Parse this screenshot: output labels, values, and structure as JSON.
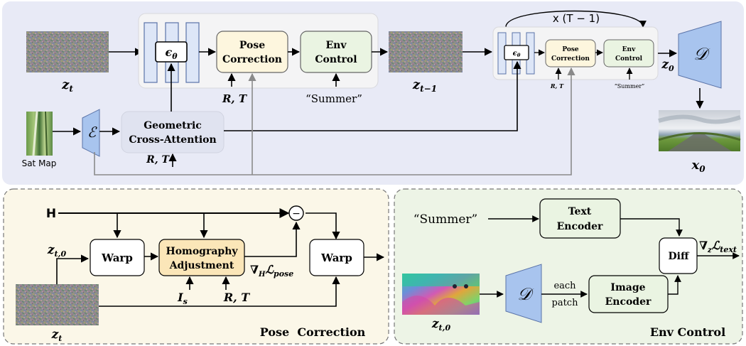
{
  "top": {
    "latent_zt": "z",
    "latent_zt_sub": "t",
    "epsilon": "ϵ",
    "epsilon_sub": "θ",
    "pose_correction": [
      "Pose",
      "Correction"
    ],
    "env_control": [
      "Env",
      "Control"
    ],
    "rt_label": "R, T",
    "summer_label": "“Summer”",
    "latent_zt1": "z",
    "latent_zt1_sub": "t−1",
    "repeat_label": "x (T − 1)",
    "z0": "z",
    "z0_sub": "0",
    "decoder": "𝒟",
    "x0": "x",
    "x0_sub": "0",
    "encoder": "ℰ",
    "sat_map": "Sat Map",
    "geo_attention": [
      "Geometric",
      "Cross-Attention"
    ]
  },
  "pose_panel": {
    "title": "Pose  Correction",
    "h_label": "H",
    "minus": "−",
    "zt0": "z",
    "zt0_sub": "t,0",
    "warp1": "Warp",
    "homography": [
      "Homography",
      "Adjustment"
    ],
    "grad_label": "∇",
    "grad_sub": "H",
    "loss_label": "ℒ",
    "loss_sub": "pose",
    "warp2": "Warp",
    "is_label": "I",
    "is_sub": "s",
    "rt_label": "R, T",
    "zt": "z",
    "zt_sub": "t"
  },
  "env_panel": {
    "title": "Env Control",
    "summer": "“Summer”",
    "text_encoder": [
      "Text",
      "Encoder"
    ],
    "diff": "Diff",
    "grad_label": "∇",
    "grad_sub": "z",
    "loss_label": "ℒ",
    "loss_sub": "text",
    "decoder": "𝒟",
    "each_patch": [
      "each",
      "patch"
    ],
    "image_encoder": [
      "Image",
      "Encoder"
    ],
    "zt0": "z",
    "zt0_sub": "t,0"
  },
  "colors": {
    "top_bg": "#e8eaf6",
    "pose_bg": "#fbf7e8",
    "env_bg": "#edf4e6",
    "pose_box": "#fdf6de",
    "env_box": "#eaf4e2",
    "homography_fill": "#fbe6b8",
    "unet_fill": "#dde6f7",
    "trapezoid_fill": "#a8c4ee",
    "gray_line": "#8a8a8a"
  }
}
